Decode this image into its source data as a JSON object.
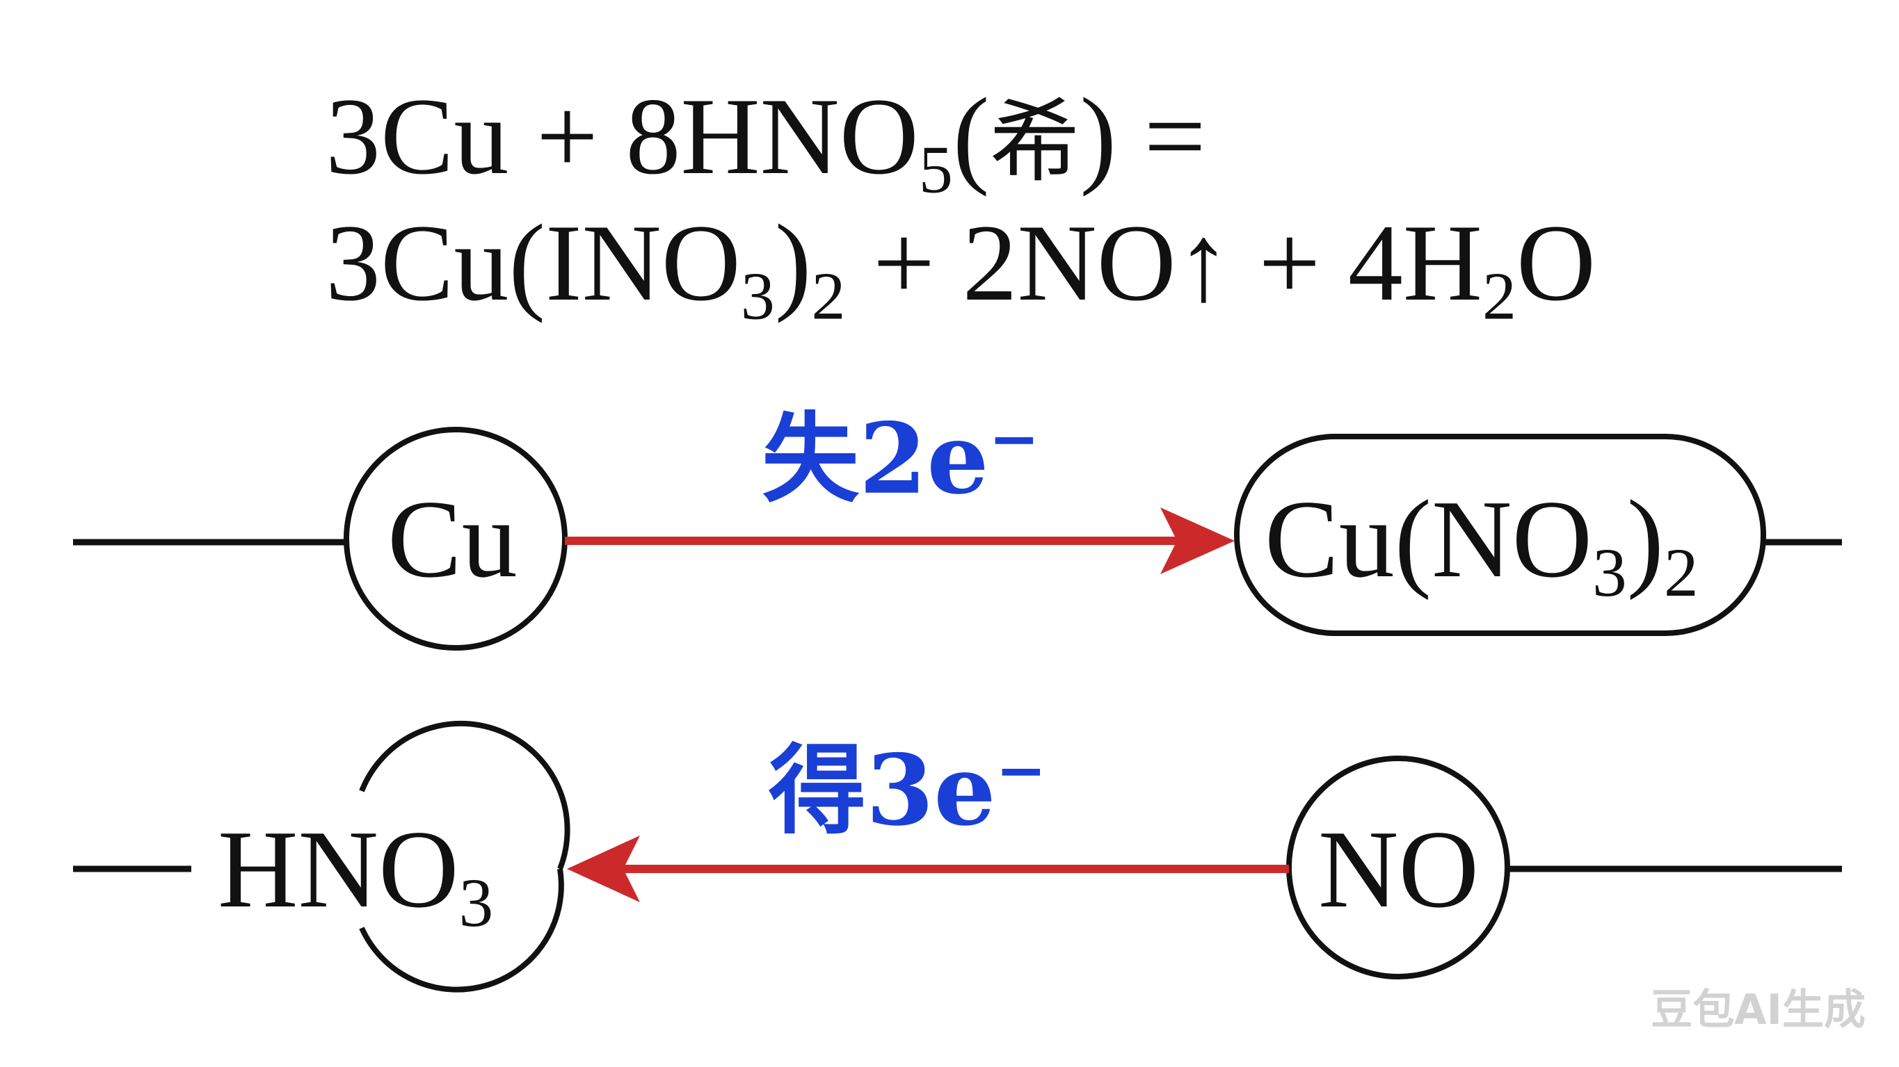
{
  "equation": {
    "line1": {
      "coef_cu": "3Cu",
      "plus": "+",
      "coef_hno3": "8HNO",
      "sub_hno3": "5",
      "paren_open": "(",
      "condition": "希",
      "paren_close": ")",
      "equals": "="
    },
    "line2": {
      "coef_cuno3": "3Cu(INO",
      "sub_no3": "3",
      "paren_close": ")",
      "sub_2": "2",
      "plus1": "+",
      "coef_no": "2NO",
      "gas_arrow": "↑",
      "plus2": "+",
      "coef_h2o_a": "4H",
      "sub_h2o": "2",
      "coef_h2o_b": "O"
    }
  },
  "top_row": {
    "label_text": "失2e",
    "label_sup": "−",
    "left_node": "Cu",
    "right_node_a": "Cu(NO",
    "right_node_sub3": "3",
    "right_node_b": ")",
    "right_node_sub2": "2"
  },
  "bottom_row": {
    "label_text": "得3e",
    "label_sup": "−",
    "left_node_a": "HNO",
    "left_node_sub": "3",
    "left_dash": "—",
    "right_node": "NO"
  },
  "colors": {
    "arrow": "#cc2a2a",
    "label": "#1a3fd6",
    "outline": "#111111"
  },
  "watermark": "豆包AI生成"
}
